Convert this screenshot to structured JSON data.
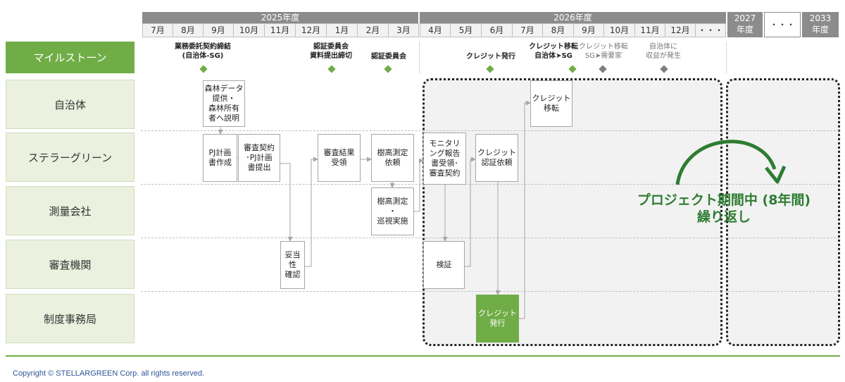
{
  "timeline": {
    "year_2025": "2025年度",
    "year_2026": "2026年度",
    "year_2027": "2027\n年度",
    "ellipsis": "・・・",
    "year_2033": "2033\n年度",
    "months_2025": [
      "7月",
      "8月",
      "9月",
      "10月",
      "11月",
      "12月",
      "1月",
      "2月",
      "3月"
    ],
    "months_2026": [
      "4月",
      "5月",
      "6月",
      "7月",
      "8月",
      "9月",
      "10月",
      "11月",
      "12月"
    ],
    "months_more": "・・・"
  },
  "rows": {
    "milestone": "マイルストーン",
    "municipality": "自治体",
    "stellargreen": "ステラーグリーン",
    "survey": "測量会社",
    "verification": "審査機関",
    "secretariat": "制度事務局"
  },
  "milestones": [
    {
      "label": "業務委託契約締結\n(自治体-SG)",
      "state": "done"
    },
    {
      "label": "認証委員会\n資料提出締切",
      "state": "done"
    },
    {
      "label": "認証委員会",
      "state": "done"
    },
    {
      "label": "クレジット発行",
      "state": "done"
    },
    {
      "label": "クレジット移転\n自治体➤SG",
      "state": "done"
    },
    {
      "label": "クレジット移転\nSG➤需要家",
      "state": "future"
    },
    {
      "label": "自治体に\n収益が発生",
      "state": "future"
    }
  ],
  "tasks": {
    "forest_data": "森林データ\n提供・\n森林所有\n者へ説明",
    "pj_plan": "PJ計画\n書作成",
    "review_contract": "審査契約\n･PJ計画\n書提出",
    "review_result": "審査結果\n受領",
    "tree_request": "樹高測定\n依頼",
    "monitoring": "モニタリ\nング報告\n書受領･\n審査契約",
    "credit_request": "クレジット\n認証依頼",
    "credit_transfer": "クレジット\n移転",
    "tree_measure": "樹高測定\n・\n巡視実施",
    "adequacy": "妥当\n性\n確認",
    "verify": "検証",
    "credit_issue": "クレジット\n発行"
  },
  "repeat": {
    "line1": "プロジェクト期間中 (8年間)",
    "line2": "繰り返し"
  },
  "colors": {
    "accent": "#70ad47",
    "repeat_text": "#2e7d32",
    "year_band": "#8c8c8c",
    "row_label_bg": "#ebf1de"
  },
  "footer": {
    "copyright": "Copyright ©  STELLARGREEN Corp. all rights reserved."
  }
}
